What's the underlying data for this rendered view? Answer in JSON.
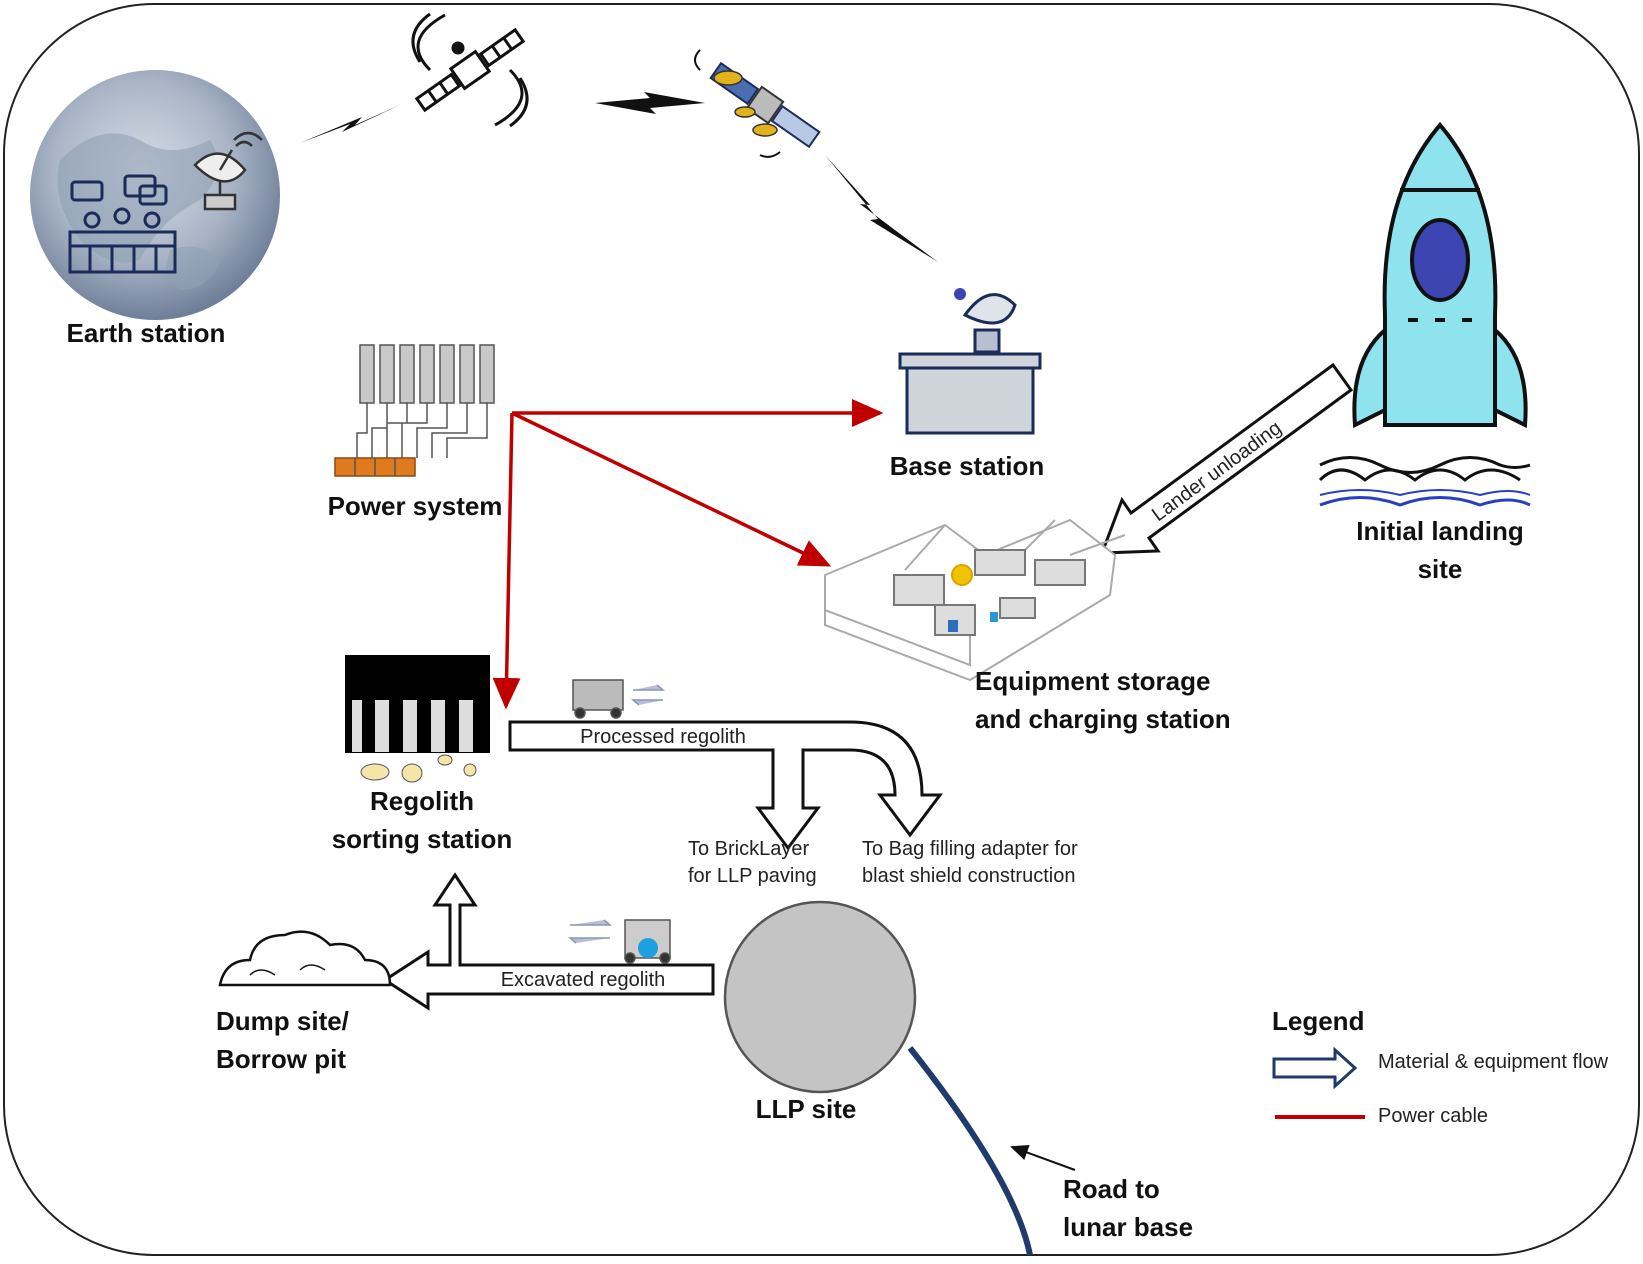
{
  "labels": {
    "earth_station": "Earth station",
    "power_system": "Power system",
    "base_station": "Base station",
    "initial_landing_site_1": "Initial landing",
    "initial_landing_site_2": "site",
    "equipment_storage_1": "Equipment storage",
    "equipment_storage_2": "and charging station",
    "regolith_sorting_1": "Regolith",
    "regolith_sorting_2": "sorting station",
    "dump_site_1": "Dump site/",
    "dump_site_2": "Borrow pit",
    "llp_site": "LLP site",
    "road_1": "Road to",
    "road_2": "lunar base"
  },
  "flows": {
    "lander_unloading": "Lander unloading",
    "processed_regolith": "Processed regolith",
    "excavated_regolith": "Excavated regolith",
    "to_bricklayer_1": "To BrickLayer",
    "to_bricklayer_2": "for LLP paving",
    "to_bag_filling_1": "To Bag filling adapter for",
    "to_bag_filling_2": "blast shield construction"
  },
  "legend": {
    "title": "Legend",
    "material_flow": "Material & equipment flow",
    "power_cable": "Power cable"
  },
  "colors": {
    "power_cable": "#c00000",
    "road": "#1f3a6b",
    "rocket_body": "#8fe3ee",
    "rocket_window": "#3b44b0",
    "llp_site": "#c4c4c4"
  }
}
